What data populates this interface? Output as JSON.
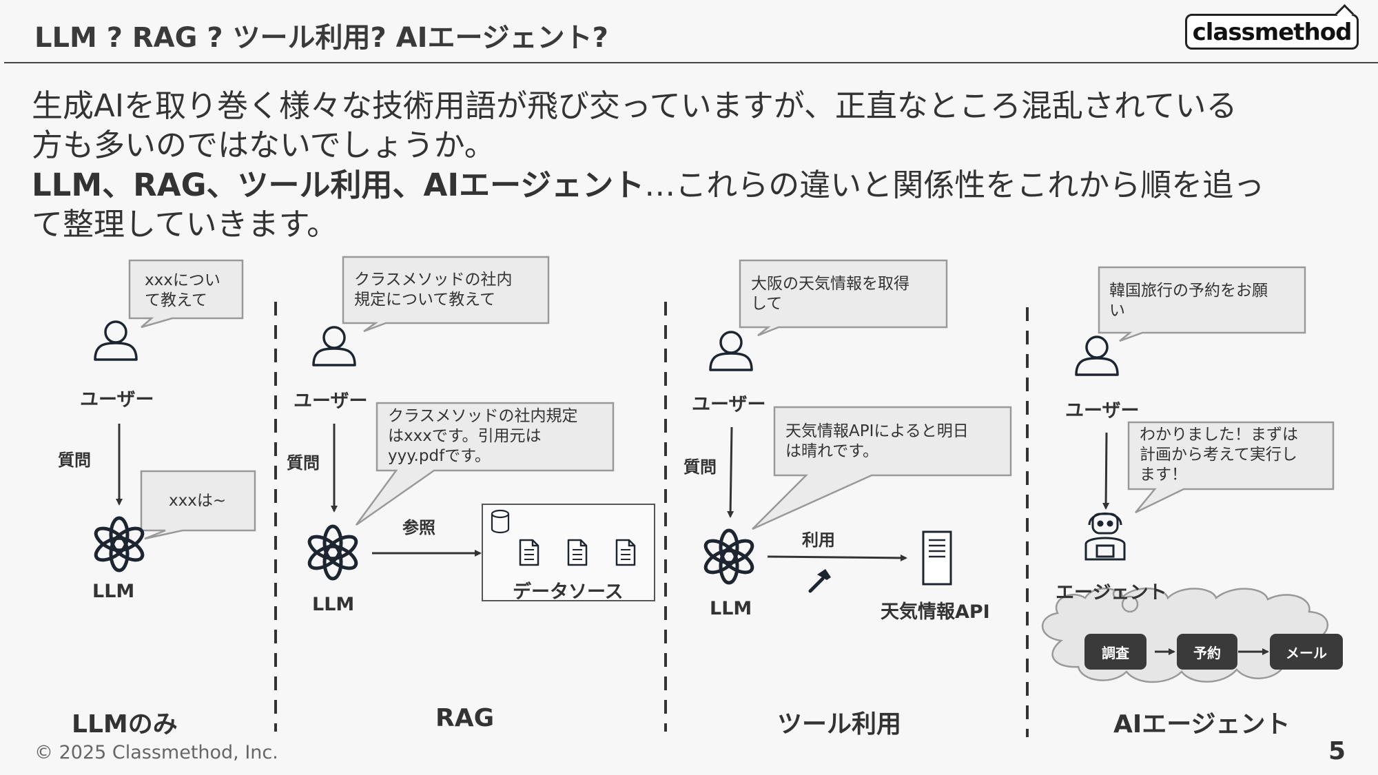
{
  "header": {
    "title": "LLM ? RAG ? ツール利用? AIエージェント?",
    "logo_text": "classmethod"
  },
  "intro": {
    "line1": "生成AIを取り巻く様々な技術用語が飛び交っていますが、正直なところ混乱されている",
    "line2": "方も多いのではないでしょうか。",
    "line3_bold": "LLM、RAG、ツール利用、AIエージェント",
    "line3_rest": "…これらの違いと関係性をこれから順を追っ",
    "line4": "て整理していきます。"
  },
  "columns": {
    "llm_only": {
      "title": "LLMのみ",
      "user_label": "ユーザー",
      "question_label": "質問",
      "model_label": "LLM",
      "user_bubble": "xxxについ\nて教えて",
      "llm_bubble": "xxxは~"
    },
    "rag": {
      "title": "RAG",
      "user_label": "ユーザー",
      "question_label": "質問",
      "model_label": "LLM",
      "reference_label": "参照",
      "datasource_label": "データソース",
      "user_bubble": "クラスメソッドの社内\n規定について教えて",
      "llm_bubble": "クラスメソッドの社内規定\nはxxxです。引用元は\nyyy.pdfです。"
    },
    "tool_use": {
      "title": "ツール利用",
      "user_label": "ユーザー",
      "question_label": "質問",
      "model_label": "LLM",
      "use_label": "利用",
      "api_label": "天気情報API",
      "user_bubble": "大阪の天気情報を取得\nして",
      "llm_bubble": "天気情報APIによると明日\nは晴れです。"
    },
    "ai_agent": {
      "title": "AIエージェント",
      "user_label": "ユーザー",
      "agent_label": "エージェント",
      "user_bubble": "韓国旅行の予約をお願\nい",
      "agent_bubble": "わかりました！まずは\n計画から考えて実行し\nます！",
      "steps": [
        "調査",
        "予約",
        "メール"
      ]
    }
  },
  "footer": {
    "copyright": "© 2025 Classmethod, Inc.",
    "page_number": "5"
  },
  "colors": {
    "bubble_fill": "#ebebeb",
    "bubble_border": "#999999",
    "pill_fill": "#3a3a3a",
    "cloud_fill": "#e6e6e6",
    "icon_stroke": "#1c2530"
  }
}
